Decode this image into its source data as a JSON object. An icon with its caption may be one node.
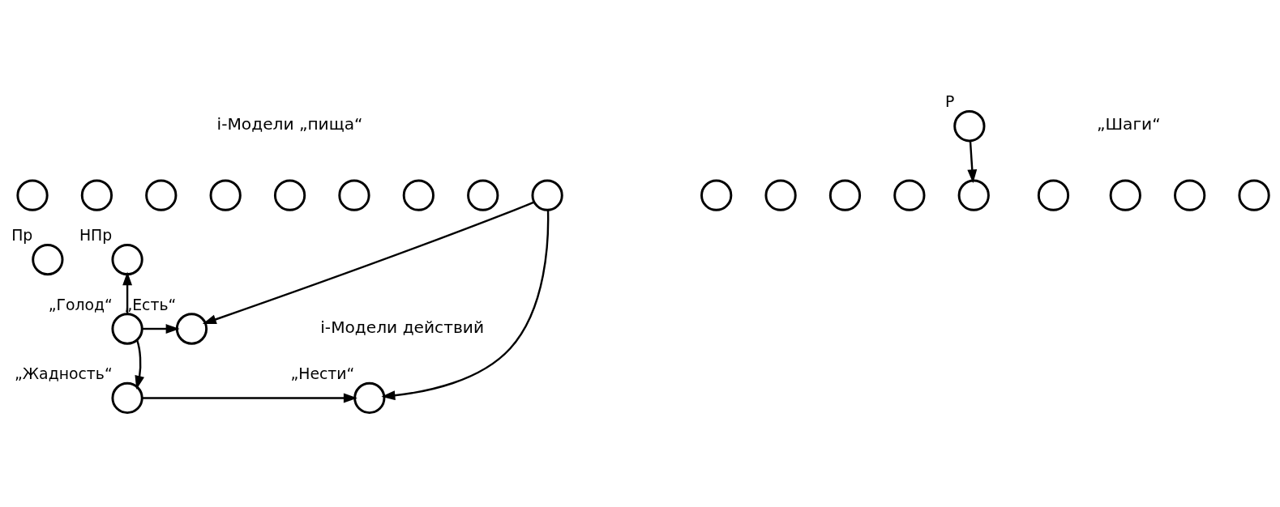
{
  "diagram": {
    "nodes": [
      {
        "text": [],
        "shape": "circle"
      },
      {
        "text": [],
        "shape": "circle"
      },
      {
        "text": [],
        "shape": "circle"
      },
      {
        "text": [],
        "shape": "circle"
      },
      {
        "text": [],
        "shape": "circle"
      },
      {
        "text": [],
        "shape": "circle"
      },
      {
        "text": [],
        "shape": "circle"
      },
      {
        "text": [],
        "shape": "circle"
      },
      {
        "text": [],
        "shape": "circle"
      },
      {
        "text": [],
        "shape": "circle",
        "beside": [
          "P"
        ]
      },
      {
        "text": [],
        "shape": "circle"
      },
      {
        "text": [],
        "shape": "circle"
      },
      {
        "text": [],
        "shape": "circle"
      },
      {
        "text": [],
        "shape": "circle"
      },
      {
        "text": [],
        "shape": "circle"
      },
      {
        "text": [],
        "shape": "circle"
      },
      {
        "text": [],
        "shape": "circle"
      },
      {
        "text": [],
        "shape": "circle"
      },
      {
        "text": [],
        "shape": "circle"
      },
      {
        "text": [],
        "shape": "circle",
        "beside": [
          "Пр"
        ]
      },
      {
        "text": [],
        "shape": "circle",
        "beside": [
          "НПр"
        ]
      },
      {
        "text": [],
        "shape": "circle",
        "beside": [
          "„Голод“"
        ]
      },
      {
        "text": [],
        "shape": "circle",
        "beside": [
          "„Есть“"
        ]
      },
      {
        "text": [],
        "shape": "circle",
        "beside": [
          "„Жадность“"
        ]
      },
      {
        "text": [],
        "shape": "circle",
        "beside": [
          "„Нести“"
        ]
      }
    ],
    "edges": [
      {
        "from": 9,
        "to": 14,
        "arrow": "to"
      },
      {
        "from": 8,
        "to": 22,
        "arrow": "to"
      },
      {
        "from": 8,
        "to": 24,
        "arrow": "to"
      },
      {
        "from": 21,
        "to": 20,
        "arrow": "to"
      },
      {
        "from": 21,
        "to": 22,
        "arrow": "to"
      },
      {
        "from": 21,
        "to": 23,
        "arrow": "to"
      },
      {
        "from": 23,
        "to": 24,
        "arrow": "to"
      }
    ],
    "labels": [
      "i-Модели „пища“",
      "„Шаги“",
      "i-Модели действий"
    ]
  }
}
